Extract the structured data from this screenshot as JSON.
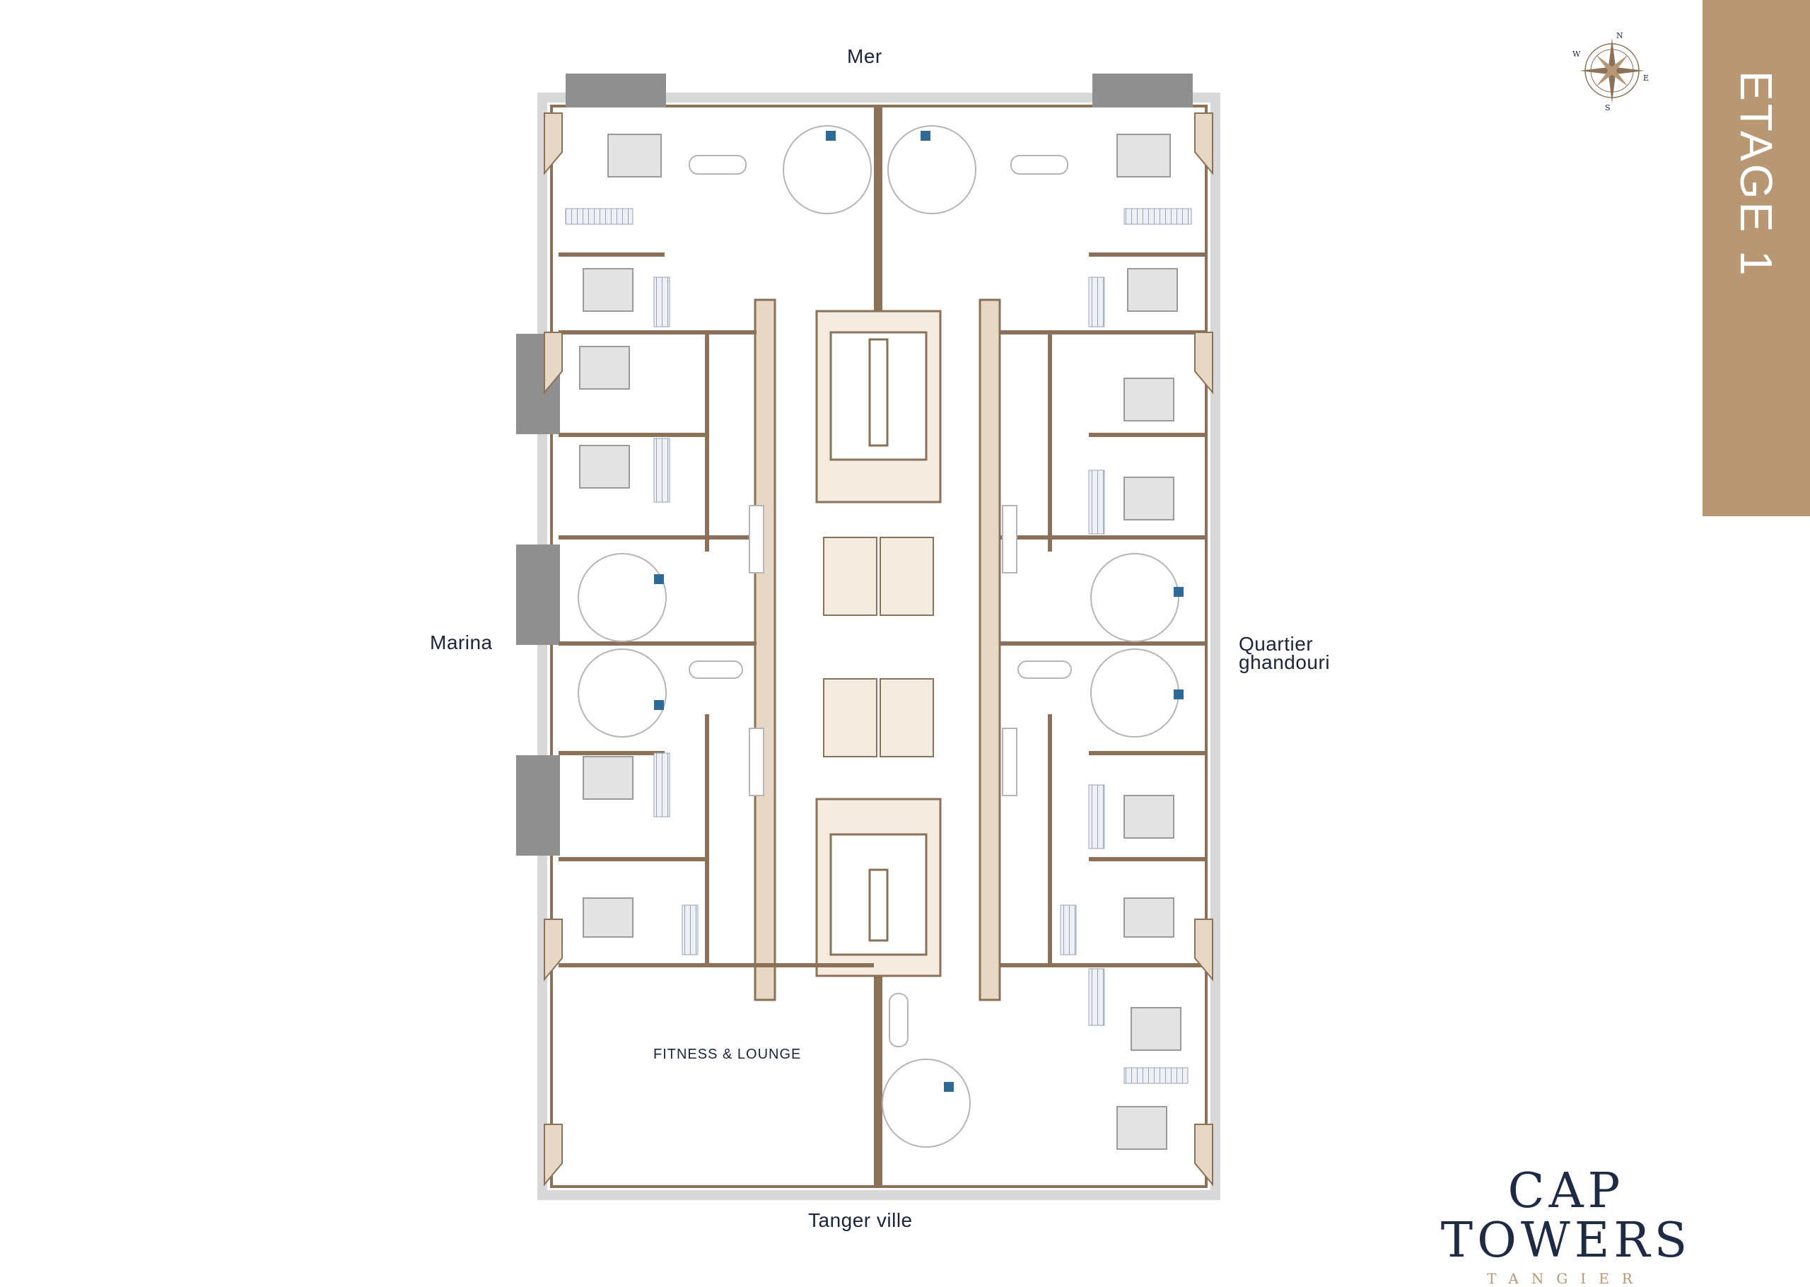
{
  "directions": {
    "north": "Mer",
    "south": "Tanger ville",
    "west": "Marina",
    "east_line1": "Quartier",
    "east_line2": "ghandouri"
  },
  "rooms": {
    "fitness_lounge": "FITNESS & LOUNGE"
  },
  "floor_label": "ETAGE 1",
  "compass": {
    "n": "N",
    "s": "S",
    "e": "E",
    "w": "W"
  },
  "brand": {
    "name": "CAP TOWERS",
    "city": "TANGIER"
  },
  "colors": {
    "accent": "#b89874",
    "wall": "#8a7158",
    "wall_light": "#e6d8c5",
    "text": "#1b2438",
    "balcony": "#8f8f8f"
  }
}
